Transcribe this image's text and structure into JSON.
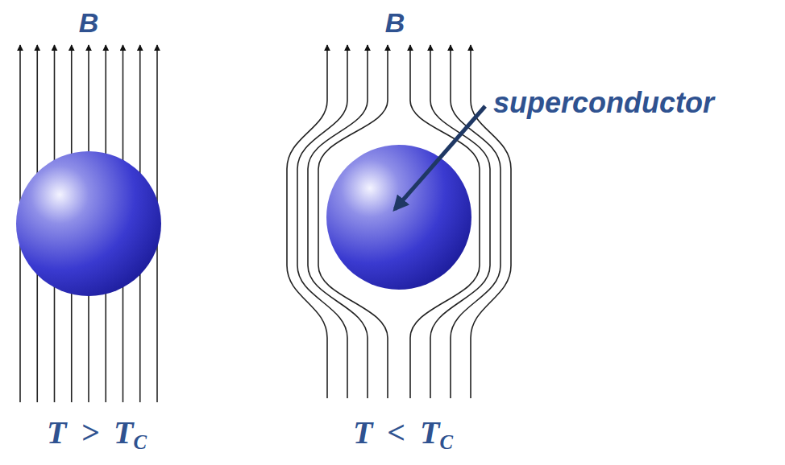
{
  "diagram": {
    "labels": [
      "B",
      "B",
      "superconductor",
      "T > TC",
      "T < TC"
    ]
  }
}
